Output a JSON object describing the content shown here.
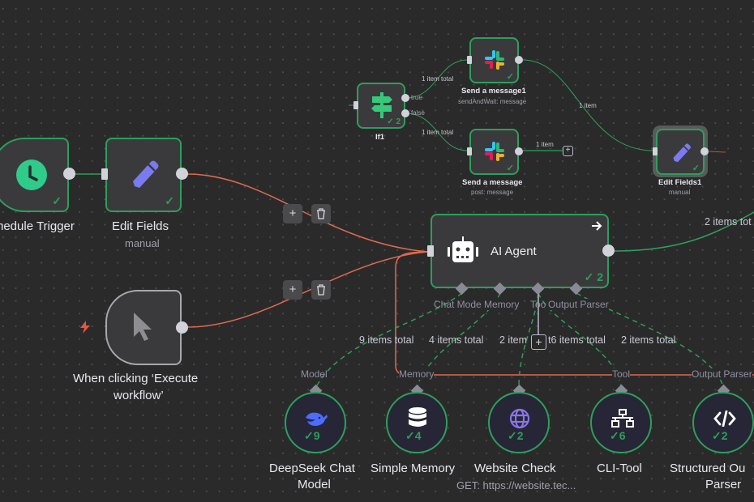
{
  "colors": {
    "canvas": "#2a2a2b",
    "success": "#2e9e5b",
    "active_edge": "#e06a4e",
    "node_bg": "#3a3a3c",
    "pencil": "#7b7bf0",
    "deepseek": "#4d6bfe",
    "globe": "#8c74e8"
  },
  "nodes": {
    "schedule_trigger": {
      "title": "hedule Trigger",
      "icon": "clock-icon",
      "status": "success"
    },
    "edit_fields": {
      "title": "Edit Fields",
      "subtitle": "manual",
      "icon": "pencil-icon",
      "status": "success"
    },
    "manual_trigger": {
      "title_line1": "When clicking ‘Execute",
      "title_line2": "workflow’",
      "icon": "cursor-icon",
      "trigger_icon": "lightning-icon"
    },
    "if1": {
      "title": "If1",
      "icon": "signpost-icon",
      "count": "2",
      "outputs": [
        "true",
        "false"
      ]
    },
    "send_message1": {
      "title": "Send a message1",
      "subtitle": "sendAndWait: message",
      "icon": "slack-icon",
      "status": "success"
    },
    "send_message": {
      "title": "Send a message",
      "subtitle": "post: message",
      "icon": "slack-icon",
      "status": "success"
    },
    "edit_fields1": {
      "title": "Edit Fields1",
      "subtitle": "manual",
      "icon": "pencil-icon",
      "status": "success"
    },
    "ai_agent": {
      "title": "AI Agent",
      "icon": "robot-icon",
      "count": "2",
      "ports": [
        "Chat Mode",
        "Memory",
        "Too",
        "Output Parser"
      ]
    }
  },
  "sub_nodes": [
    {
      "title_line1": "DeepSeek Chat",
      "title_line2": "Model",
      "subtitle": "",
      "icon": "deepseek-whale-icon",
      "count": "9",
      "port_label": "Model"
    },
    {
      "title_line1": "Simple Memory",
      "title_line2": "",
      "subtitle": "",
      "icon": "database-icon",
      "count": "4",
      "port_label": "Memory"
    },
    {
      "title_line1": "Website Check",
      "title_line2": "",
      "subtitle": "GET: https://website.tec...",
      "icon": "globe-icon",
      "count": "2",
      "port_label": ""
    },
    {
      "title_line1": "CLI-Tool",
      "title_line2": "",
      "subtitle": "",
      "icon": "network-icon",
      "count": "6",
      "port_label": "Tool"
    },
    {
      "title_line1": "Structured Ou",
      "title_line2": "Parser",
      "subtitle": "",
      "icon": "code-icon",
      "count": "2",
      "port_label": "Output Parser"
    }
  ],
  "edge_labels": {
    "if_true": "1 item total",
    "if_false": "1 item total",
    "msg1_out": "1 item",
    "msg_out": "1 item",
    "agent_out": "2 items tot",
    "model": "9 items total",
    "memory": "4 items total",
    "website": "2 item",
    "cli": "t6 items total",
    "parser": "2 items total"
  },
  "checkmark": "✓",
  "toolbar": {
    "add": "+",
    "delete": "🗑"
  }
}
